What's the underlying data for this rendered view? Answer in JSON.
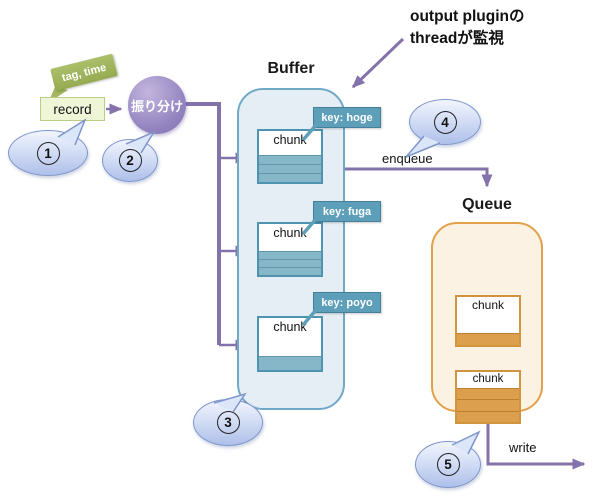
{
  "diagram": {
    "annotation": {
      "line1": "output pluginの",
      "line2": "threadが監視"
    },
    "tag_label": "tag, time",
    "record_label": "record",
    "dispatch_label": "振り分け",
    "buffer": {
      "title": "Buffer",
      "chunks": [
        {
          "key": "key: hoge",
          "label": "chunk"
        },
        {
          "key": "key: fuga",
          "label": "chunk"
        },
        {
          "key": "key: poyo",
          "label": "chunk"
        }
      ]
    },
    "queue": {
      "title": "Queue",
      "chunks": [
        {
          "label": "chunk"
        },
        {
          "label": "chunk"
        }
      ]
    },
    "enqueue_label": "enqueue",
    "write_label": "write",
    "callouts": [
      "1",
      "2",
      "3",
      "4",
      "5"
    ],
    "colors": {
      "arrow_purple": "#8472aa",
      "dispatch_fill": "#9384c0",
      "tag_green": "#a4b75f",
      "record_fill": "#eff6d8",
      "buffer_fill": "#e5eef5",
      "buffer_border": "#70a9c6",
      "chunk_border": "#4f93b0",
      "chunk_bar": "#85b7c9",
      "key_label_fill": "#5d9eb8",
      "queue_fill": "#fbf2e3",
      "queue_border": "#e2a04a",
      "queue_bar": "#dc9f4d",
      "callout_fill": "#ccd8f2",
      "callout_border": "#7e96cc"
    }
  }
}
